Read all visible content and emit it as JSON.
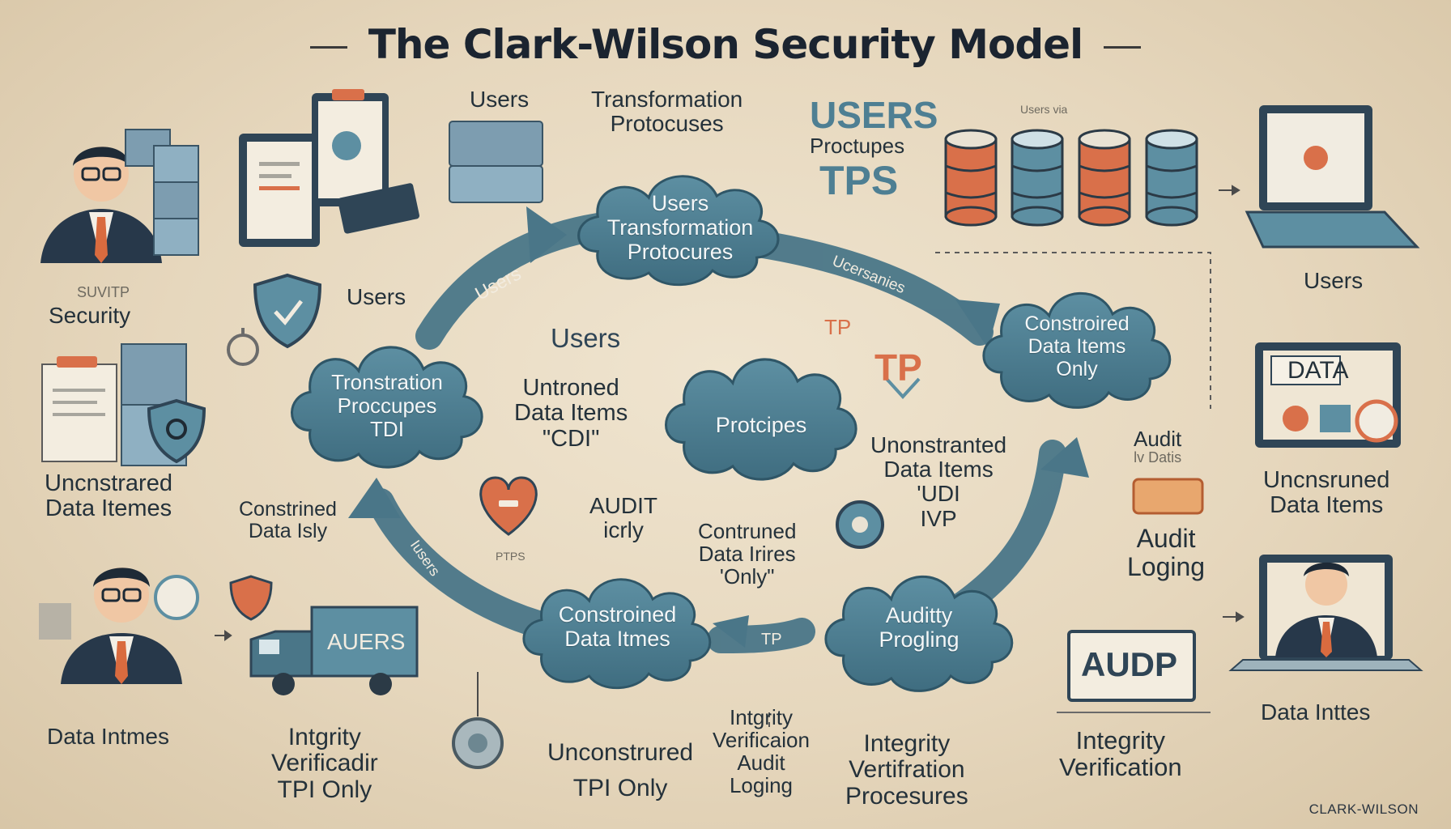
{
  "title": "The Clark-Wilson Security Model",
  "top_labels": {
    "users": "Users",
    "transformation": [
      "Transformation",
      "Protocuses"
    ],
    "users_big": "USERS",
    "proctupes": "Proctupes",
    "tps": "TPS",
    "small_note": "Users via",
    "users_right": "Users"
  },
  "left_labels": {
    "security": "Security",
    "security_faint": "SUVITP",
    "users": "Users",
    "uncnstrained": [
      "Uncnstrared",
      "Data Itemes"
    ],
    "constrined": [
      "Constrined",
      "Data Isly"
    ],
    "data_intmes": "Data Intmes"
  },
  "truck_label": "AUERS",
  "clouds": {
    "top": [
      "Users",
      "Transformation",
      "Protocures"
    ],
    "left": [
      "Tronstration",
      "Proccupes",
      "TDI"
    ],
    "center": [
      "Protcipes"
    ],
    "right": [
      "Constroired",
      "Data Items",
      "Only"
    ],
    "bottom_left": [
      "Constroined",
      "Data Itmes"
    ],
    "bottom_right": [
      "Auditty",
      "Progling"
    ]
  },
  "ring_labels": {
    "users_top_left": "Users",
    "users_top_right": "Ucersanies",
    "users_bottom_left": "Iusers",
    "tp_bottom": "TP"
  },
  "center_labels": {
    "users": "Users",
    "untroned": [
      "Untroned",
      "Data Items",
      "\"CDI\""
    ],
    "audit": [
      "AUDIT",
      "icrly"
    ],
    "contruned": [
      "Contruned",
      "Data Irires",
      "'Only\""
    ],
    "unonstranted": [
      "Unonstranted",
      "Data Items",
      "'UDI",
      "IVP"
    ],
    "tp_small": "TP",
    "tp_big": "TP",
    "small_caption": "PTPS"
  },
  "bottom_labels": {
    "integrity_left": [
      "Intgrity",
      "Verificadir",
      "TPI Only"
    ],
    "unconstrured": [
      "Unconstrured",
      "TPI Only"
    ],
    "integrity_mid": [
      "Intgrity",
      "Verificaion",
      "Audit",
      "Loging"
    ],
    "integrity_vert": [
      "Integrity",
      "Vertifration",
      "Procesures"
    ],
    "integrity_verif": [
      "Integrity",
      "Verification"
    ],
    "data_inttes": "Data Inttes"
  },
  "right_labels": {
    "data_screen": "DATA",
    "audit_small": [
      "Audit",
      "lv Datis"
    ],
    "audit_logging": [
      "Audit",
      "Loging"
    ],
    "uncnsruned": [
      "Uncnsruned",
      "Data Items"
    ],
    "audp": "AUDP"
  },
  "signature": "CLARK-WILSON",
  "colors": {
    "teal": "#4e7f93",
    "teal_dark": "#355f72",
    "orange": "#d9704a",
    "navy": "#263747",
    "ring": "#4a7688"
  }
}
